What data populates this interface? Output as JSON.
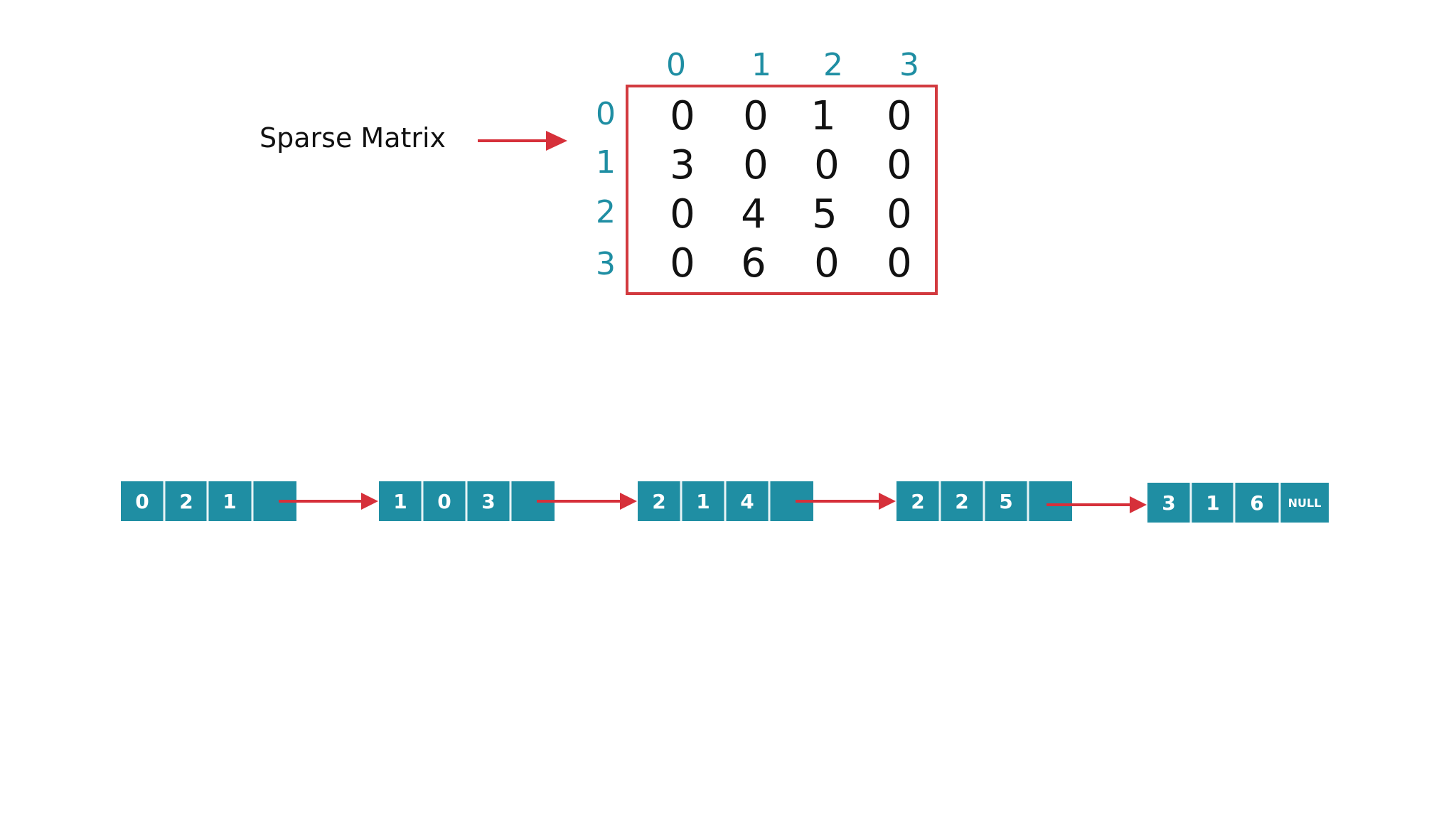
{
  "label": "Sparse Matrix",
  "colors": {
    "header": "#1f8ea3",
    "box_border": "#d23a3f",
    "arrow": "#d6303a",
    "node_fill": "#1f8ea3",
    "node_divider": "#e8f4f6",
    "cell_text": "#111111"
  },
  "matrix": {
    "col_headers": [
      "0",
      "1",
      "2",
      "3"
    ],
    "row_headers": [
      "0",
      "1",
      "2",
      "3"
    ],
    "rows": [
      [
        "0",
        "0",
        "1",
        "0"
      ],
      [
        "3",
        "0",
        "0",
        "0"
      ],
      [
        "0",
        "4",
        "5",
        "0"
      ],
      [
        "0",
        "6",
        "0",
        "0"
      ]
    ]
  },
  "nodes": [
    {
      "fields": [
        "0",
        "2",
        "1"
      ],
      "next": ""
    },
    {
      "fields": [
        "1",
        "0",
        "3"
      ],
      "next": ""
    },
    {
      "fields": [
        "2",
        "1",
        "4"
      ],
      "next": ""
    },
    {
      "fields": [
        "2",
        "2",
        "5"
      ],
      "next": ""
    },
    {
      "fields": [
        "3",
        "1",
        "6"
      ],
      "next": "NULL"
    }
  ]
}
